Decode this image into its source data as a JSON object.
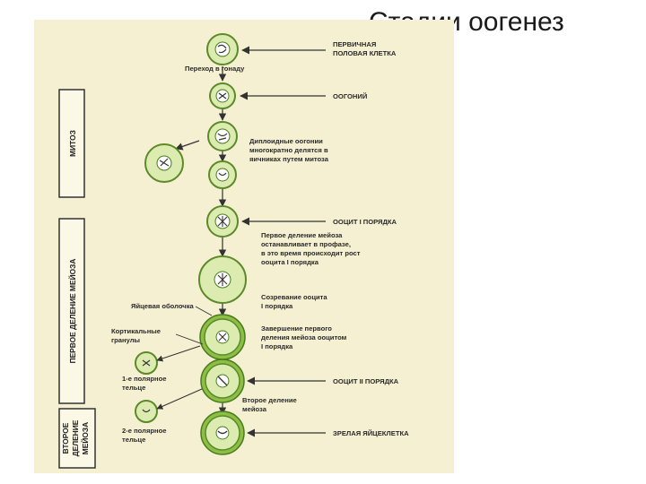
{
  "slide": {
    "title": "Стадии оогенез"
  },
  "stages": {
    "mitosis": "МИТОЗ",
    "meiosis_1": "ПЕРВОЕ ДЕЛЕНИЕ МЕЙОЗА",
    "meiosis_2": [
      "ВТОРОЕ",
      "ДЕЛЕНИЕ",
      "МЕЙОЗА"
    ]
  },
  "labels": {
    "primordial": [
      "ПЕРВИЧНАЯ",
      "ПОЛОВАЯ КЛЕТКА"
    ],
    "to_gonad": "Переход в гонаду",
    "oogonium": "ООГОНИЙ",
    "diploid": [
      "Диплоидные оогонии",
      "многократно делятся в",
      "яичниках путем митоза"
    ],
    "oocyte1": "ООЦИТ I ПОРЯДКА",
    "prophase": [
      "Первое деление мейоза",
      "останавливает в профазе,",
      "в это время происходит рост",
      "ооцита I порядка"
    ],
    "maturation": [
      "Созревание ооцита",
      "I порядка"
    ],
    "zona": "Яйцевая оболочка",
    "cortical": [
      "Кортикальные",
      "гранулы"
    ],
    "completion": [
      "Завершение первого",
      "деления мейоза ооцитом",
      "I порядка"
    ],
    "polar1": [
      "1-е полярное",
      "тельце"
    ],
    "oocyte2": "ООЦИТ II ПОРЯДКА",
    "second_division": [
      "Второе деление",
      "мейоза"
    ],
    "polar2": [
      "2-е полярное",
      "тельце"
    ],
    "mature_egg": "ЗРЕЛАЯ ЯЙЦЕКЛЕТКА"
  },
  "colors": {
    "panel": "#f5f0d2",
    "cell_fill": "#dcecb0",
    "cell_stroke": "#5c8a2a",
    "nucleus": "#ffffff",
    "ring": "#8cbf44"
  }
}
